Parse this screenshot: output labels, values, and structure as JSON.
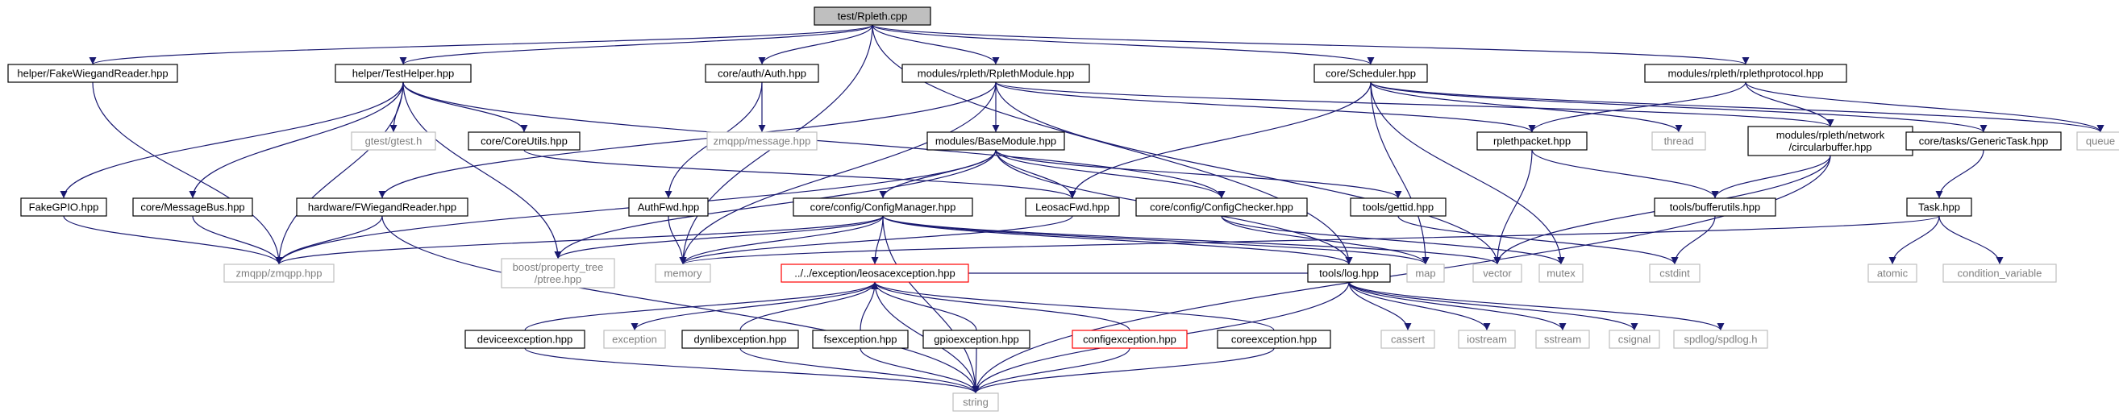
{
  "diagram": {
    "type": "include-dependency-graph",
    "edge_color": "#191970",
    "colors": {
      "root_fill": "#bfbfbf",
      "documented_border": "#000000",
      "external_border": "#bfbfbf",
      "external_text": "#7f7f7f",
      "highlighted_border": "#ff0000",
      "node_fill": "#ffffff"
    },
    "nodes": [
      {
        "id": "root",
        "label": "test/Rpleth.cpp",
        "kind": "root"
      },
      {
        "id": "fakewiegand",
        "label": "helper/FakeWiegandReader.hpp",
        "kind": "file"
      },
      {
        "id": "testhelper",
        "label": "helper/TestHelper.hpp",
        "kind": "file"
      },
      {
        "id": "auth",
        "label": "core/auth/Auth.hpp",
        "kind": "file"
      },
      {
        "id": "rplethmodule",
        "label": "modules/rpleth/RplethModule.hpp",
        "kind": "file"
      },
      {
        "id": "scheduler",
        "label": "core/Scheduler.hpp",
        "kind": "file"
      },
      {
        "id": "rplethprotocol",
        "label": "modules/rpleth/rplethprotocol.hpp",
        "kind": "file"
      },
      {
        "id": "gtest",
        "label": "gtest/gtest.h",
        "kind": "external"
      },
      {
        "id": "coreutils",
        "label": "core/CoreUtils.hpp",
        "kind": "file"
      },
      {
        "id": "zmqmessage",
        "label": "zmqpp/message.hpp",
        "kind": "external"
      },
      {
        "id": "basemodule",
        "label": "modules/BaseModule.hpp",
        "kind": "file"
      },
      {
        "id": "rplethpacket",
        "label": "rplethpacket.hpp",
        "kind": "file"
      },
      {
        "id": "thread",
        "label": "thread",
        "kind": "external"
      },
      {
        "id": "circularbuffer",
        "label": "modules/rpleth/network\n/circularbuffer.hpp",
        "kind": "file"
      },
      {
        "id": "generictask",
        "label": "core/tasks/GenericTask.hpp",
        "kind": "file"
      },
      {
        "id": "queue",
        "label": "queue",
        "kind": "external"
      },
      {
        "id": "fakegpio",
        "label": "FakeGPIO.hpp",
        "kind": "file"
      },
      {
        "id": "messagebus",
        "label": "core/MessageBus.hpp",
        "kind": "file"
      },
      {
        "id": "fwiegand",
        "label": "hardware/FWiegandReader.hpp",
        "kind": "file"
      },
      {
        "id": "authfwd",
        "label": "AuthFwd.hpp",
        "kind": "file"
      },
      {
        "id": "configmanager",
        "label": "core/config/ConfigManager.hpp",
        "kind": "file"
      },
      {
        "id": "leosacfwd",
        "label": "LeosacFwd.hpp",
        "kind": "file"
      },
      {
        "id": "configchecker",
        "label": "core/config/ConfigChecker.hpp",
        "kind": "file"
      },
      {
        "id": "gettid",
        "label": "tools/gettid.hpp",
        "kind": "file"
      },
      {
        "id": "bufferutils",
        "label": "tools/bufferutils.hpp",
        "kind": "file"
      },
      {
        "id": "taskhpp",
        "label": "Task.hpp",
        "kind": "file"
      },
      {
        "id": "zmqpp",
        "label": "zmqpp/zmqpp.hpp",
        "kind": "external"
      },
      {
        "id": "ptree",
        "label": "boost/property_tree\n/ptree.hpp",
        "kind": "external"
      },
      {
        "id": "memory",
        "label": "memory",
        "kind": "external"
      },
      {
        "id": "map",
        "label": "map",
        "kind": "external"
      },
      {
        "id": "vector",
        "label": "vector",
        "kind": "external"
      },
      {
        "id": "mutex",
        "label": "mutex",
        "kind": "external"
      },
      {
        "id": "cstdint",
        "label": "cstdint",
        "kind": "external"
      },
      {
        "id": "atomic",
        "label": "atomic",
        "kind": "external"
      },
      {
        "id": "condvar",
        "label": "condition_variable",
        "kind": "external"
      },
      {
        "id": "leosacexc",
        "label": "../../exception/leosacexception.hpp",
        "kind": "highlighted"
      },
      {
        "id": "toolslog",
        "label": "tools/log.hpp",
        "kind": "file"
      },
      {
        "id": "deviceexc",
        "label": "deviceexception.hpp",
        "kind": "file"
      },
      {
        "id": "exception",
        "label": "exception",
        "kind": "external"
      },
      {
        "id": "dynlibexc",
        "label": "dynlibexception.hpp",
        "kind": "file"
      },
      {
        "id": "fsexc",
        "label": "fsexception.hpp",
        "kind": "file"
      },
      {
        "id": "gpioexc",
        "label": "gpioexception.hpp",
        "kind": "file"
      },
      {
        "id": "configexc",
        "label": "configexception.hpp",
        "kind": "highlighted"
      },
      {
        "id": "coreexc",
        "label": "coreexception.hpp",
        "kind": "file"
      },
      {
        "id": "cassert",
        "label": "cassert",
        "kind": "external"
      },
      {
        "id": "iostream",
        "label": "iostream",
        "kind": "external"
      },
      {
        "id": "sstream",
        "label": "sstream",
        "kind": "external"
      },
      {
        "id": "csignal",
        "label": "csignal",
        "kind": "external"
      },
      {
        "id": "spdlog",
        "label": "spdlog/spdlog.h",
        "kind": "external"
      },
      {
        "id": "string",
        "label": "string",
        "kind": "external"
      }
    ],
    "edges": [
      [
        "root",
        "fakewiegand"
      ],
      [
        "root",
        "testhelper"
      ],
      [
        "root",
        "auth"
      ],
      [
        "root",
        "rplethmodule"
      ],
      [
        "root",
        "scheduler"
      ],
      [
        "root",
        "rplethprotocol"
      ],
      [
        "root",
        "memory"
      ],
      [
        "root",
        "toolslog"
      ],
      [
        "fakewiegand",
        "zmqpp"
      ],
      [
        "testhelper",
        "gtest"
      ],
      [
        "testhelper",
        "coreutils"
      ],
      [
        "testhelper",
        "fakegpio"
      ],
      [
        "testhelper",
        "messagebus"
      ],
      [
        "testhelper",
        "zmqpp"
      ],
      [
        "testhelper",
        "ptree"
      ],
      [
        "testhelper",
        "configchecker"
      ],
      [
        "auth",
        "zmqmessage"
      ],
      [
        "auth",
        "authfwd"
      ],
      [
        "rplethmodule",
        "basemodule"
      ],
      [
        "rplethmodule",
        "rplethpacket"
      ],
      [
        "rplethmodule",
        "circularbuffer"
      ],
      [
        "rplethmodule",
        "fwiegand"
      ],
      [
        "rplethmodule",
        "memory"
      ],
      [
        "rplethmodule",
        "vector"
      ],
      [
        "scheduler",
        "thread"
      ],
      [
        "scheduler",
        "generictask"
      ],
      [
        "scheduler",
        "queue"
      ],
      [
        "scheduler",
        "leosacfwd"
      ],
      [
        "scheduler",
        "mutex"
      ],
      [
        "scheduler",
        "map"
      ],
      [
        "rplethprotocol",
        "rplethpacket"
      ],
      [
        "rplethprotocol",
        "circularbuffer"
      ],
      [
        "rplethprotocol",
        "queue"
      ],
      [
        "coreutils",
        "leosacfwd"
      ],
      [
        "basemodule",
        "zmqpp"
      ],
      [
        "basemodule",
        "configmanager"
      ],
      [
        "basemodule",
        "leosacfwd"
      ],
      [
        "basemodule",
        "configchecker"
      ],
      [
        "basemodule",
        "gettid"
      ],
      [
        "basemodule",
        "toolslog"
      ],
      [
        "basemodule",
        "ptree"
      ],
      [
        "rplethpacket",
        "bufferutils"
      ],
      [
        "rplethpacket",
        "vector"
      ],
      [
        "circularbuffer",
        "bufferutils"
      ],
      [
        "circularbuffer",
        "vector"
      ],
      [
        "circularbuffer",
        "string"
      ],
      [
        "generictask",
        "taskhpp"
      ],
      [
        "fakegpio",
        "zmqpp"
      ],
      [
        "messagebus",
        "zmqpp"
      ],
      [
        "fwiegand",
        "zmqpp"
      ],
      [
        "fwiegand",
        "string"
      ],
      [
        "authfwd",
        "memory"
      ],
      [
        "configmanager",
        "zmqpp"
      ],
      [
        "configmanager",
        "ptree"
      ],
      [
        "configmanager",
        "memory"
      ],
      [
        "configmanager",
        "map"
      ],
      [
        "configmanager",
        "vector"
      ],
      [
        "configmanager",
        "leosacexc"
      ],
      [
        "configmanager",
        "toolslog"
      ],
      [
        "configmanager",
        "string"
      ],
      [
        "leosacfwd",
        "memory"
      ],
      [
        "configchecker",
        "map"
      ],
      [
        "configchecker",
        "mutex"
      ],
      [
        "gettid",
        "cstdint"
      ],
      [
        "bufferutils",
        "cstdint"
      ],
      [
        "taskhpp",
        "memory"
      ],
      [
        "taskhpp",
        "atomic"
      ],
      [
        "taskhpp",
        "condvar"
      ],
      [
        "leosacexc",
        "exception"
      ],
      [
        "leosacexc",
        "string"
      ],
      [
        "leosacexc",
        "toolslog"
      ],
      [
        "deviceexc",
        "leosacexc"
      ],
      [
        "deviceexc",
        "string"
      ],
      [
        "dynlibexc",
        "leosacexc"
      ],
      [
        "dynlibexc",
        "string"
      ],
      [
        "fsexc",
        "leosacexc"
      ],
      [
        "fsexc",
        "string"
      ],
      [
        "gpioexc",
        "leosacexc"
      ],
      [
        "gpioexc",
        "string"
      ],
      [
        "configexc",
        "leosacexc"
      ],
      [
        "configexc",
        "string"
      ],
      [
        "coreexc",
        "leosacexc"
      ],
      [
        "coreexc",
        "string"
      ],
      [
        "toolslog",
        "cassert"
      ],
      [
        "toolslog",
        "iostream"
      ],
      [
        "toolslog",
        "sstream"
      ],
      [
        "toolslog",
        "csignal"
      ],
      [
        "toolslog",
        "spdlog"
      ],
      [
        "toolslog",
        "string"
      ]
    ]
  }
}
